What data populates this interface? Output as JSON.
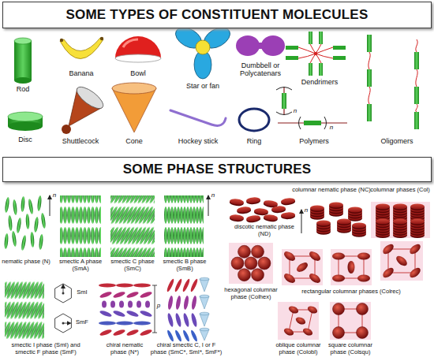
{
  "diagram": {
    "nodes": [
      {
        "text": [
          "SOME TYPES OF CONSTITUENT MOLECULES"
        ]
      },
      {
        "text": [
          "SOME PHASE STRUCTURES"
        ]
      }
    ],
    "labels": [
      "Rod",
      "Disc",
      "Banana",
      "Bowl",
      "Star or fan",
      "Dumbbell or Polycatenars",
      "Dendrimers",
      "n",
      "n",
      "Shuttlecock",
      "Cone",
      "Hockey stick",
      "Ring",
      "Polymers",
      "Oligomers",
      "n",
      "nematic phase (N)",
      "smectic A phase (SmA)",
      "smectic C phase (SmC)",
      "smectic B phase (SmB)",
      "n",
      "discotic nematic phase (ND)",
      "columnar nematic phase (NC)",
      "n",
      "columnar phases (Col)",
      "hexagonal columnar phase (Colhex)",
      "rectangular columnar phases (Colrec)",
      "oblique columnar phase (Colobl)",
      "square columnar phase (Colsqu)",
      "SmI",
      "SmF",
      "smectic I phase (SmI) and smectic F phase (SmF)",
      "p",
      "chiral nematic phase (N*)",
      "chiral smectic C, I or F phase (SmC*, SmI*, SmF*)"
    ]
  }
}
